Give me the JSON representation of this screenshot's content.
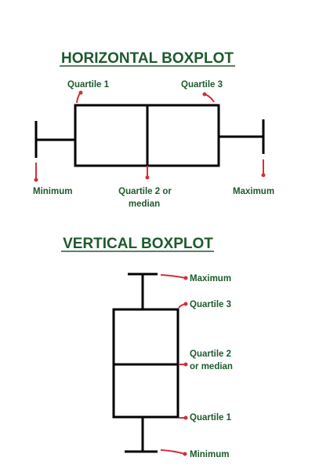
{
  "colors": {
    "text": "#1e5a2d",
    "line": "#000000",
    "pointer": "#d0303a"
  },
  "horizontal": {
    "title": "HORIZONTAL BOXPLOT",
    "labels": {
      "quartile1": "Quartile 1",
      "quartile3": "Quartile 3",
      "minimum": "Minimum",
      "median_line1": "Quartile 2 or",
      "median_line2": "median",
      "maximum": "Maximum"
    }
  },
  "vertical": {
    "title": "VERTICAL BOXPLOT",
    "labels": {
      "maximum": "Maximum",
      "quartile3": "Quartile 3",
      "median_line1": "Quartile 2",
      "median_line2": "or median",
      "quartile1": "Quartile 1",
      "minimum": "Minimum"
    }
  }
}
